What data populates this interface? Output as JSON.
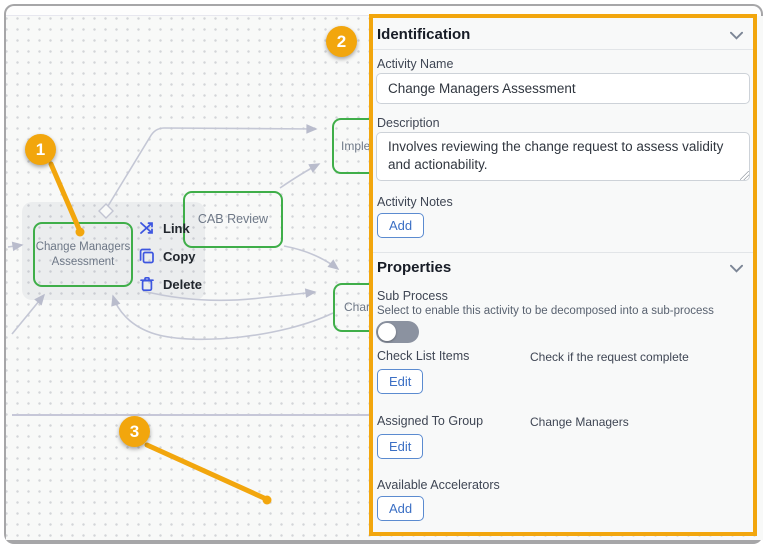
{
  "colors": {
    "accent_orange": "#f2a60d",
    "node_green": "#3fae49",
    "menu_icon_blue": "#3d56e0",
    "button_blue": "#3b6fc4",
    "connector_gray": "#bcbfce"
  },
  "badges": {
    "one": "1",
    "two": "2",
    "three": "3"
  },
  "canvas": {
    "nodes": {
      "change_line1": "Change Managers",
      "change_line2": "Assessment",
      "cab": "CAB Review",
      "imple": "Imple",
      "char": "Char"
    },
    "menu": {
      "link": "Link",
      "copy": "Copy",
      "delete": "Delete"
    }
  },
  "panel": {
    "identification": {
      "title": "Identification",
      "activity_name_label": "Activity Name",
      "activity_name_value": "Change Managers Assessment",
      "description_label": "Description",
      "description_value": "Involves reviewing the change request to assess validity and actionability.",
      "activity_notes_label": "Activity Notes",
      "activity_notes_add": "Add"
    },
    "properties": {
      "title": "Properties",
      "sub_process_label": "Sub Process",
      "sub_process_help": "Select to enable this activity to be decomposed into a sub-process",
      "sub_process_state": "off",
      "check_list_label": "Check List Items",
      "check_list_value": "Check if the request complete",
      "check_list_edit": "Edit",
      "assigned_group_label": "Assigned To Group",
      "assigned_group_value": "Change Managers",
      "assigned_group_edit": "Edit",
      "accelerators_label": "Available Accelerators",
      "accelerators_add": "Add"
    }
  }
}
